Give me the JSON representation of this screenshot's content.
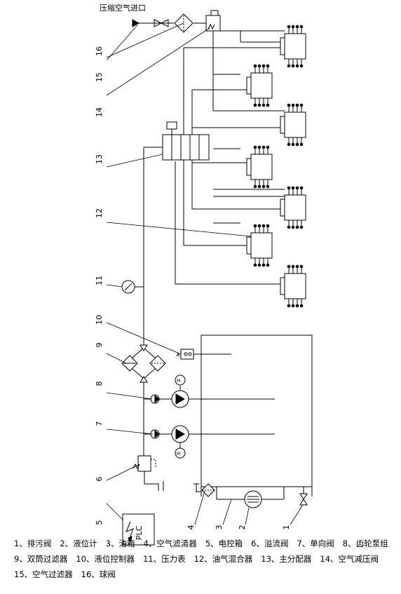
{
  "top_label": "压缩空气进口",
  "number_labels": [
    "1",
    "2",
    "3",
    "4",
    "5",
    "6",
    "7",
    "8",
    "9",
    "10",
    "11",
    "12",
    "13",
    "14",
    "15",
    "16"
  ],
  "plc_label": "PLC",
  "legend": {
    "rows": [
      [
        "1、排污阀",
        "2、液位计",
        "3、油箱",
        "4、空气滤清器",
        "5、电控箱",
        "6、溢流阀",
        "7、单向阀",
        "8、齿轮泵组"
      ],
      [
        "9、双筒过滤器",
        "10、液位控制器",
        "11、压力表",
        "12、油气混合器",
        "13、主分配器",
        "14、空气减压阀"
      ],
      [
        "15、空气过滤器",
        "16、球阀"
      ]
    ]
  }
}
